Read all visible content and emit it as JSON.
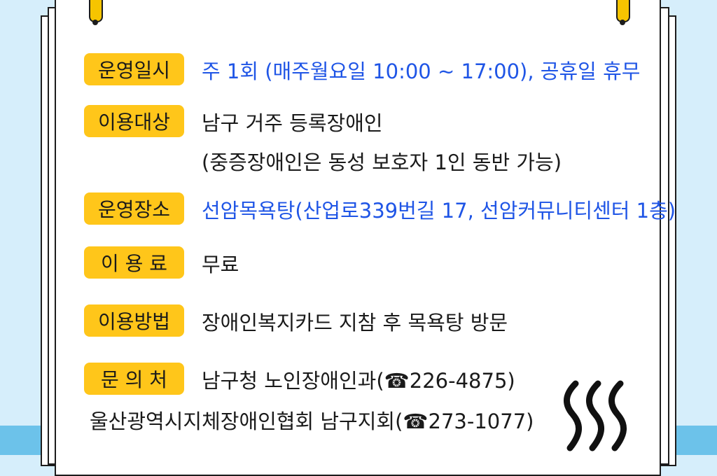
{
  "info": {
    "schedule": {
      "label": "운영일시",
      "value": "주 1회 (매주월요일 10:00 ~ 17:00), 공휴일 휴무"
    },
    "target": {
      "label": "이용대상",
      "value": "남구 거주 등록장애인",
      "value2": "(중증장애인은 동성 보호자 1인 동반 가능)"
    },
    "place": {
      "label": "운영장소",
      "value": "선암목욕탕(산업로339번길 17, 선암커뮤니티센터 1층)"
    },
    "fee": {
      "label": "이 용 료",
      "value": "무료"
    },
    "method": {
      "label": "이용방법",
      "value": "장애인복지카드 지참 후 목욕탕 방문"
    },
    "contact": {
      "label": "문 의 처",
      "value": "남구청 노인장애인과(☎226-4875)",
      "value2": "울산광역시지체장애인협회 남구지회(☎273-1077)"
    }
  },
  "colors": {
    "tag": "#ffc61a",
    "highlight_text": "#1f55e6",
    "background": "#d6eefb",
    "floor": "#6cc2ea"
  },
  "icons": {
    "steam": "steam-icon",
    "pins": "pin-icon"
  }
}
